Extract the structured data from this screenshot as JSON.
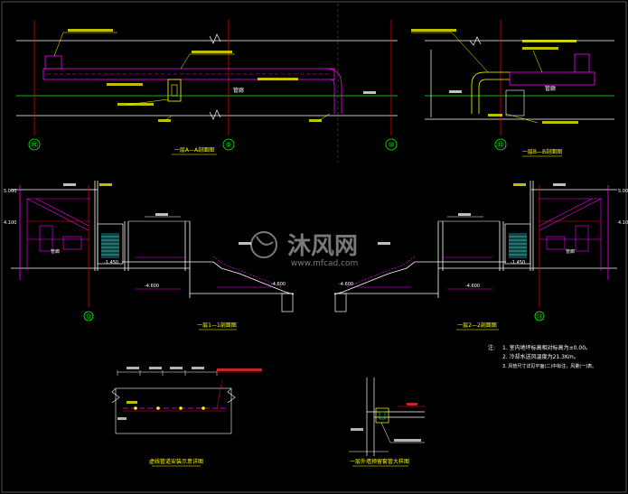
{
  "drawing": {
    "section_titles": {
      "section_a": "一层A—A剖面图",
      "section_b": "一层B—B剖面图",
      "section_1": "一层1—1剖面图",
      "section_2": "一层2—2剖面图",
      "detail_left": "虚线管道安装示意详图",
      "detail_right": "一层外墙预留套管大样图"
    },
    "axis_marks": {
      "a1": "⑮",
      "a2": "⑨",
      "a3": "⑩",
      "b1": "⑬",
      "s1": "⑬",
      "s2": "⑬"
    },
    "labels": {
      "room": "管廊",
      "level_m4600": "-4.600",
      "level_p4100": "4.100",
      "level_m1450": "-1.450",
      "level_p5000": "5.000"
    },
    "notes": {
      "title": "注:",
      "lines": [
        "1. 室内地坪标高相对标高为±0.00。",
        "2. 冷却水送风温度为21.3Km。",
        "3. 风管尺寸详见平面(二)中标注，风量(一)表。"
      ]
    },
    "watermark": {
      "logo": "沐风网",
      "url": "www.mfcad.com"
    },
    "colors": {
      "white": "#ffffff",
      "magenta": "#ff00ff",
      "green": "#00ff00",
      "yellow": "#ffff00",
      "cyan": "#00ffff",
      "red": "#ff0000",
      "orange": "#ff9900",
      "blue": "#4466ff"
    }
  }
}
